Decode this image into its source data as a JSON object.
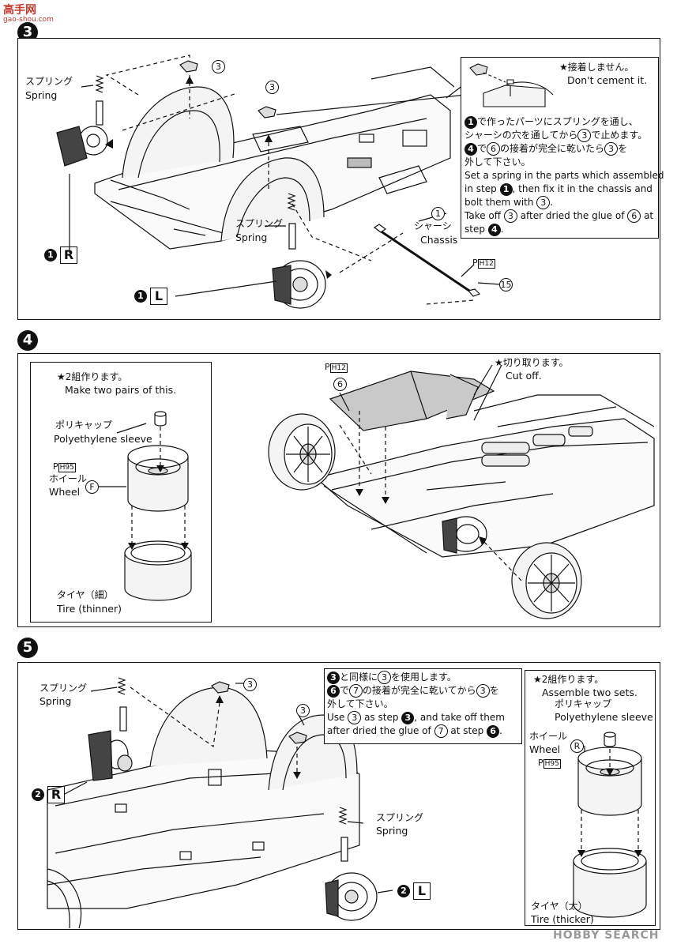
{
  "watermark": {
    "top_left_logo": "高手网",
    "top_left_url": "gao-shou.com",
    "bottom_right": "HOBBY SEARCH"
  },
  "step3": {
    "badge": "3",
    "labels": {
      "spring_jp_1": "スプリング",
      "spring_en_1": "Spring",
      "spring_jp_2": "スプリング",
      "spring_en_2": "Spring",
      "part3_a": "3",
      "part3_b": "3",
      "chassis_num": "1",
      "chassis_jp": "シャーシ",
      "chassis_en": "Chassis",
      "ph_code": "H12",
      "part15": "15",
      "right_side_num": "1",
      "right_side_letter": "R",
      "left_side_num": "1",
      "left_side_letter": "L"
    },
    "note": {
      "star_jp": "★接着しません。",
      "star_en": "Don't cement it.",
      "jp_line1": "で作ったパーツにスプリングを通し、",
      "jp_line2": "シャーシの穴を通してから",
      "jp_line2_end": "で止めます。",
      "jp_line3_mid": "で",
      "jp_line3_end": "の接着が完全に乾いたら",
      "jp_line3_tail": "を",
      "jp_line4": "外して下さい。",
      "en_line1": "Set a spring in the parts which assembled",
      "en_line2_pre": "in step",
      "en_line2_post": ", then fix it in the chassis and",
      "en_line3_pre": "bolt them with",
      "en_line3_post": ".",
      "en_line4_pre": "Take off",
      "en_line4_mid": "after dried the glue of",
      "en_line4_post": "at",
      "en_line5_pre": "step",
      "en_line5_post": ".",
      "n1": "1",
      "n3": "3",
      "n4": "4",
      "n6": "6"
    }
  },
  "step4": {
    "badge": "4",
    "inset": {
      "star_jp": "★2組作ります。",
      "star_en": "Make two pairs of this.",
      "sleeve_jp": "ポリキャップ",
      "sleeve_en": "Polyethylene sleeve",
      "ph_code": "H95",
      "wheel_jp": "ホイール",
      "wheel_en": "Wheel",
      "wheel_part": "F",
      "tire_jp": "タイヤ（細）",
      "tire_en": "Tire (thinner)"
    },
    "main": {
      "ph_code": "H12",
      "part6": "6",
      "cut_jp": "★切り取ります。",
      "cut_en": "Cut off."
    }
  },
  "step5": {
    "badge": "5",
    "labels": {
      "spring_jp_1": "スプリング",
      "spring_en_1": "Spring",
      "spring_jp_2": "スプリング",
      "spring_en_2": "Spring",
      "part3_a": "3",
      "part3_b": "3",
      "right_side_num": "2",
      "right_side_letter": "R",
      "left_side_num": "2",
      "left_side_letter": "L"
    },
    "note": {
      "jp_line1_mid": "と同様に",
      "jp_line1_end": "を使用します。",
      "jp_line2_mid": "で",
      "jp_line2_end": "の接着が完全に乾いてから",
      "jp_line2_tail": "を",
      "jp_line3": "外して下さい。",
      "en_line1_pre": "Use",
      "en_line1_mid": "as step",
      "en_line1_post": ", and take off them",
      "en_line2_pre": "after dried the glue of",
      "en_line2_mid": "at step",
      "en_line2_post": ".",
      "n3": "3",
      "n6": "6",
      "n7": "7"
    },
    "inset": {
      "star_jp": "★2組作ります。",
      "star_en": "Assemble two sets.",
      "sleeve_jp": "ポリキャップ",
      "sleeve_en": "Polyethylene sleeve",
      "wheel_jp": "ホイール",
      "wheel_en": "Wheel",
      "wheel_part": "R",
      "ph_code": "H95",
      "tire_jp": "タイヤ（太）",
      "tire_en": "Tire (thicker)"
    }
  }
}
